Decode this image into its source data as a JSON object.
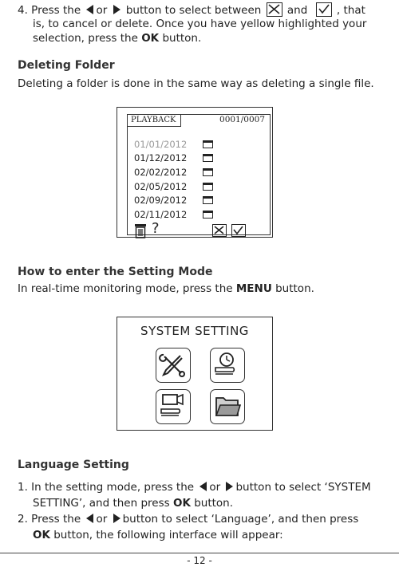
{
  "step4": {
    "line1_a": "4. Press the",
    "line1_b": "or",
    "line1_c": "button to select between",
    "line1_d": "and",
    "line1_e": ", that",
    "line2": "is, to cancel or delete. Once you have yellow highlighted your",
    "line3_a": "selection, press the",
    "line3_ok": "OK",
    "line3_b": "button."
  },
  "deleting_folder": {
    "heading": "Deleting Folder",
    "text": "Deleting a folder is done in the same way as deleting a single file."
  },
  "playback_screen": {
    "tab": "PLAYBACK",
    "count": "0001/0007",
    "dates": [
      "01/01/2012",
      "01/12/2012",
      "02/02/2012",
      "02/05/2012",
      "02/09/2012",
      "02/11/2012"
    ],
    "highlighted_index": 0,
    "question": "?",
    "icons": [
      "trash-icon",
      "cancel-box-icon",
      "confirm-box-icon"
    ]
  },
  "setting_mode": {
    "heading": "How to enter the Setting Mode",
    "text_a": "In real-time monitoring mode, press the",
    "menu": "MENU",
    "text_b": "button."
  },
  "system_screen": {
    "title": "SYSTEM  SETTING",
    "icons": [
      "tools-icon",
      "clock-wrench-icon",
      "camera-wrench-icon",
      "folder-icon"
    ]
  },
  "language_setting": {
    "heading": "Language Setting",
    "item1_a": "1. In the setting mode, press the",
    "item1_b": "or",
    "item1_c": "button to select ‘SYSTEM",
    "item1_d": "SETTING’, and then press",
    "item1_ok": "OK",
    "item1_e": "button.",
    "item2_a": "2. Press the",
    "item2_b": "or",
    "item2_c": "button to select ‘Language’, and then press",
    "item2_ok": "OK",
    "item2_d": "button, the following interface will appear:"
  },
  "footer": {
    "page": "- 12 -"
  }
}
